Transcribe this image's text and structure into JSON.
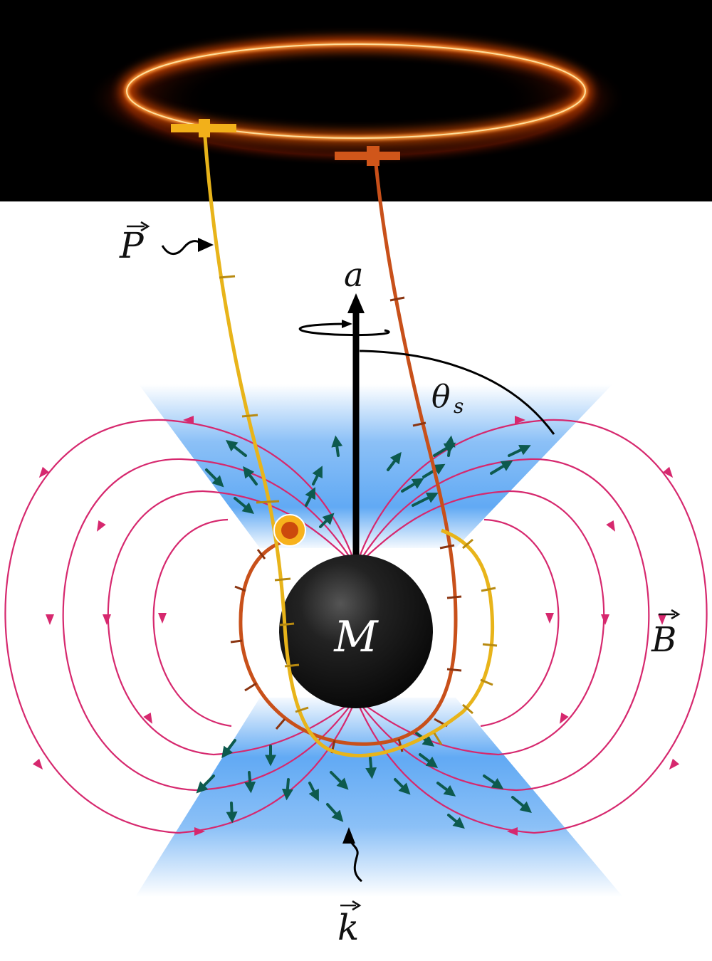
{
  "labels": {
    "polarization": "P",
    "spin_axis": "a",
    "inclination": "θ",
    "inclination_sub": "s",
    "mass": "M",
    "magnetic_field": "B",
    "wavevector": "k"
  },
  "colors": {
    "background_image": "#000000",
    "ring_glow": "#ff7a1a",
    "ring_core": "#ffe79a",
    "field_lines": "#d6286e",
    "cone": "#2d8df0",
    "velocity_arrows": "#0d5a4e",
    "geodesic_yellow": "#e8b41a",
    "geodesic_orange": "#c8501a",
    "black_hole": "#111111",
    "emitter_outer": "#f7b21c",
    "emitter_inner": "#cc4a0c"
  },
  "icons": {
    "polarization_pointer": "wavy-arrow-icon",
    "wavevector_pointer": "wavy-arrow-icon",
    "spin_rotation": "rotation-arrow-icon",
    "emitter": "hotspot-icon"
  }
}
